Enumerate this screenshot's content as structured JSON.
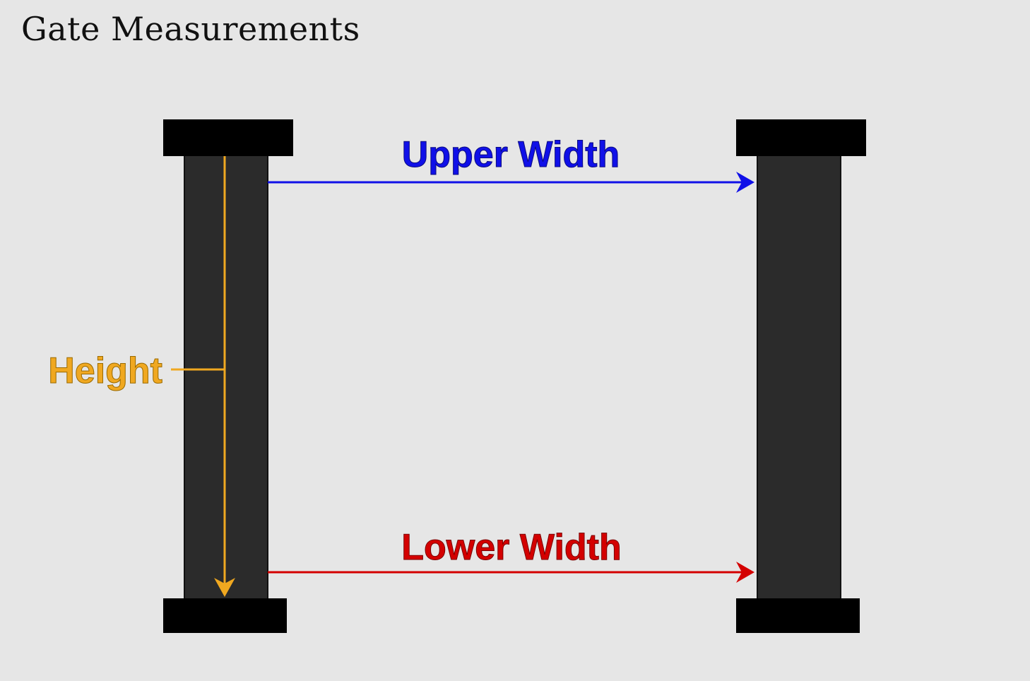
{
  "title": "Gate Measurements",
  "labels": {
    "upper_width": "Upper Width",
    "lower_width": "Lower Width",
    "height": "Height"
  },
  "colors": {
    "background": "#e6e6e6",
    "upper_width": "#1010e8",
    "lower_width": "#d40000",
    "height": "#f0a820",
    "post_shaft": "#2b2b2b",
    "post_cap": "#000000"
  }
}
